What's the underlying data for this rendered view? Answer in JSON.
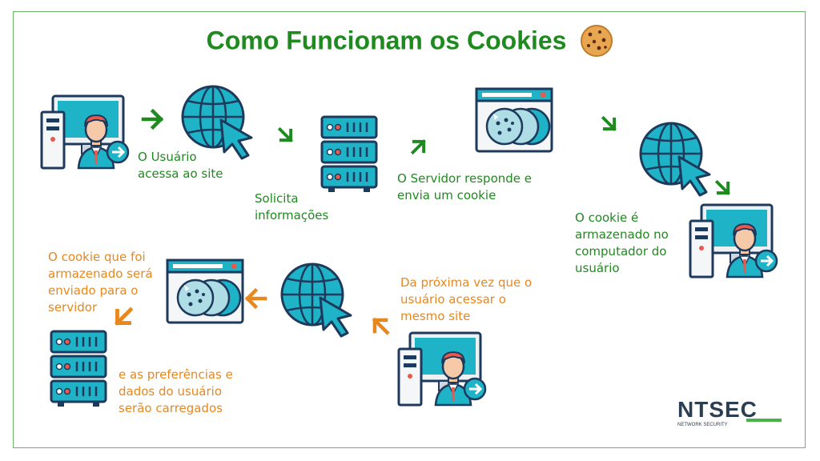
{
  "title": "Como Funcionam os Cookies",
  "steps": {
    "user_access": [
      "O Usuário",
      "acessa ao site"
    ],
    "request": [
      "Solicita",
      "informações"
    ],
    "server_responds": [
      "O Servidor responde e",
      "envia um cookie"
    ],
    "cookie_stored": [
      "O cookie é",
      "armazenado no",
      "computador do",
      "usuário"
    ],
    "next_visit": [
      "Da próxima vez que o",
      "usuário acessar o",
      "mesmo site"
    ],
    "cookie_sent": [
      "O cookie que foi",
      "armazenado será",
      "enviado para o",
      "servidor"
    ],
    "preferences": [
      "e as preferências e",
      "dados do usuário",
      "serão carregados"
    ]
  },
  "logo": {
    "name": "NTSEC",
    "tagline": "NETWORK SECURITY"
  },
  "colors": {
    "green": "#1f8a1f",
    "orange": "#e8871e",
    "teal": "#1fb3c8",
    "navy": "#1d3a5c",
    "accent": "#e85a4f"
  },
  "icons": [
    "computer-user-icon",
    "globe-cursor-icon",
    "server-icon",
    "browser-cookie-icon",
    "cookie-emoji-icon",
    "arrow-icon"
  ]
}
